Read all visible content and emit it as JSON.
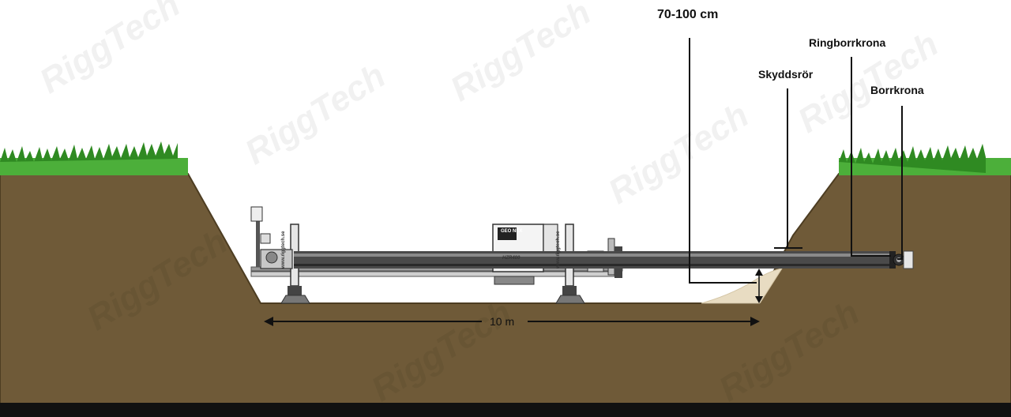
{
  "labels": {
    "depth": "70-100 cm",
    "ringbit": "Ringborrkrona",
    "casing": "Skyddsrör",
    "bit": "Borrkrona",
    "length": "10 m"
  },
  "machine": {
    "brand": "GEO NEX",
    "model": "HZR400",
    "url": "www.riggtech.se"
  },
  "watermark": "RiggTech",
  "colors": {
    "soil": "#6f5a38",
    "soil_edge": "#4d3d22",
    "grass": "#4caf3a",
    "grass_dark": "#2f8a22",
    "pipe": "#4a4a4a",
    "sand": "#e8dcc2"
  }
}
